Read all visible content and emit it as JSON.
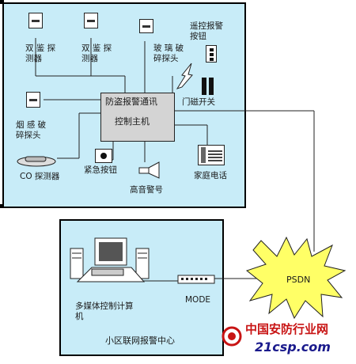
{
  "home": {
    "detector_1": "双 鉴 探\n测器",
    "detector_2": "双 鉴 探\n测器",
    "glass_break": "玻 璃 破\n碎探头",
    "remote_alarm": "遥控报警\n按钮",
    "smoke_sensor": "烟 感 破\n碎探头",
    "co_detector": "CO 探测器",
    "emergency_button": "紧急按钮",
    "siren": "高音警号",
    "home_phone": "家庭电话",
    "door_switch": "门磁开关",
    "host_line1": "防盗报警通讯",
    "host_line2": "控制主机"
  },
  "center": {
    "computer": "多媒体控制计算\n机",
    "modem": "MODE",
    "title": "小区联网报警中心"
  },
  "network": {
    "label": "PSDN"
  },
  "watermark": {
    "cn": "中国安防行业网",
    "url": "21csp.com"
  },
  "colors": {
    "panel_fill": "#c8ecf8",
    "panel_border": "#000000",
    "burst_fill": "#ffff66",
    "watermark_cn": "#c81414",
    "watermark_url": "#1a1a8c"
  }
}
